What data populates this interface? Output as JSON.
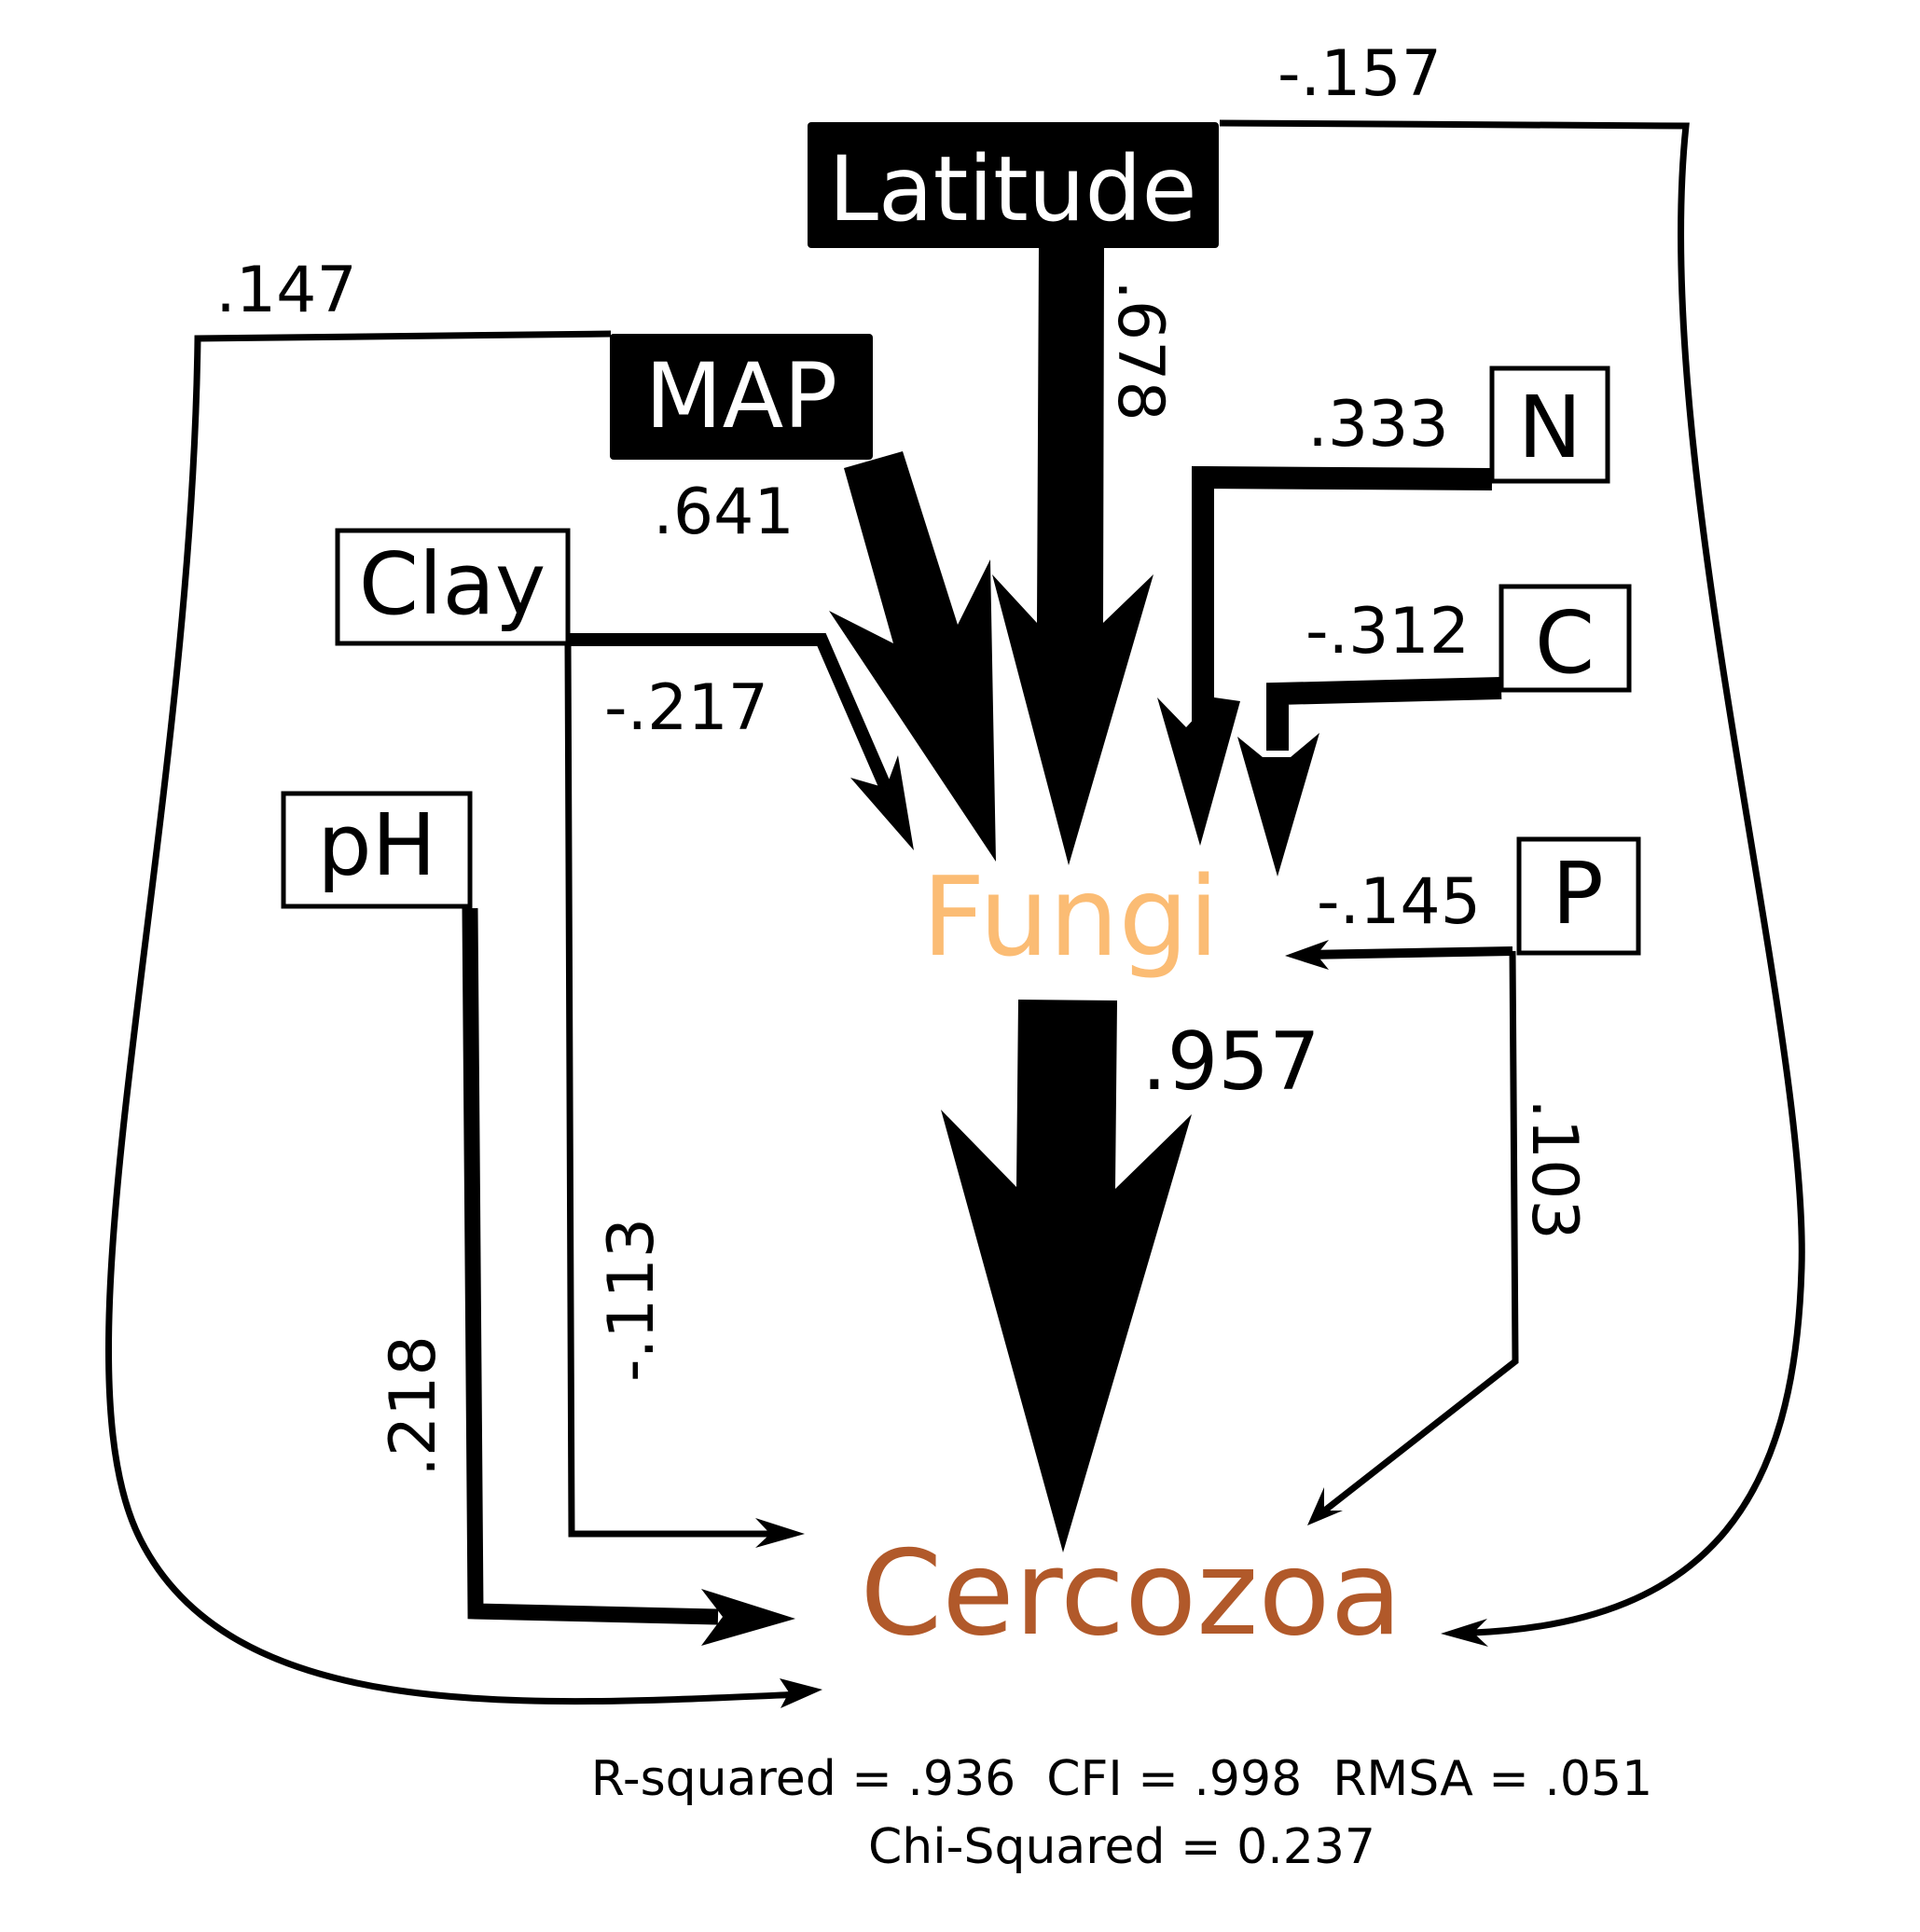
{
  "nodes": {
    "latitude": "Latitude",
    "map": "MAP",
    "clay": "Clay",
    "ph": "pH",
    "n": "N",
    "c": "C",
    "p": "P",
    "fungi": "Fungi",
    "cercozoa": "Cercozoa"
  },
  "paths": {
    "latitude_fungi": ".678",
    "latitude_cercozoa": "-.157",
    "map_fungi": ".641",
    "map_cercozoa": ".147",
    "clay_fungi": "-.217",
    "clay_cercozoa": "-.113",
    "ph_cercozoa": ".218",
    "n_fungi": ".333",
    "c_fungi": "-.312",
    "p_fungi": "-.145",
    "p_cercozoa": ".103",
    "fungi_cercozoa": ".957"
  },
  "fit_stats": {
    "line1": "R-squared = .936  CFI = .998  RMSA = .051",
    "line2": "Chi-Squared = 0.237"
  },
  "colors": {
    "fungi": "#FBBC74",
    "cercozoa": "#B1592A",
    "dark_box": "#000000"
  }
}
